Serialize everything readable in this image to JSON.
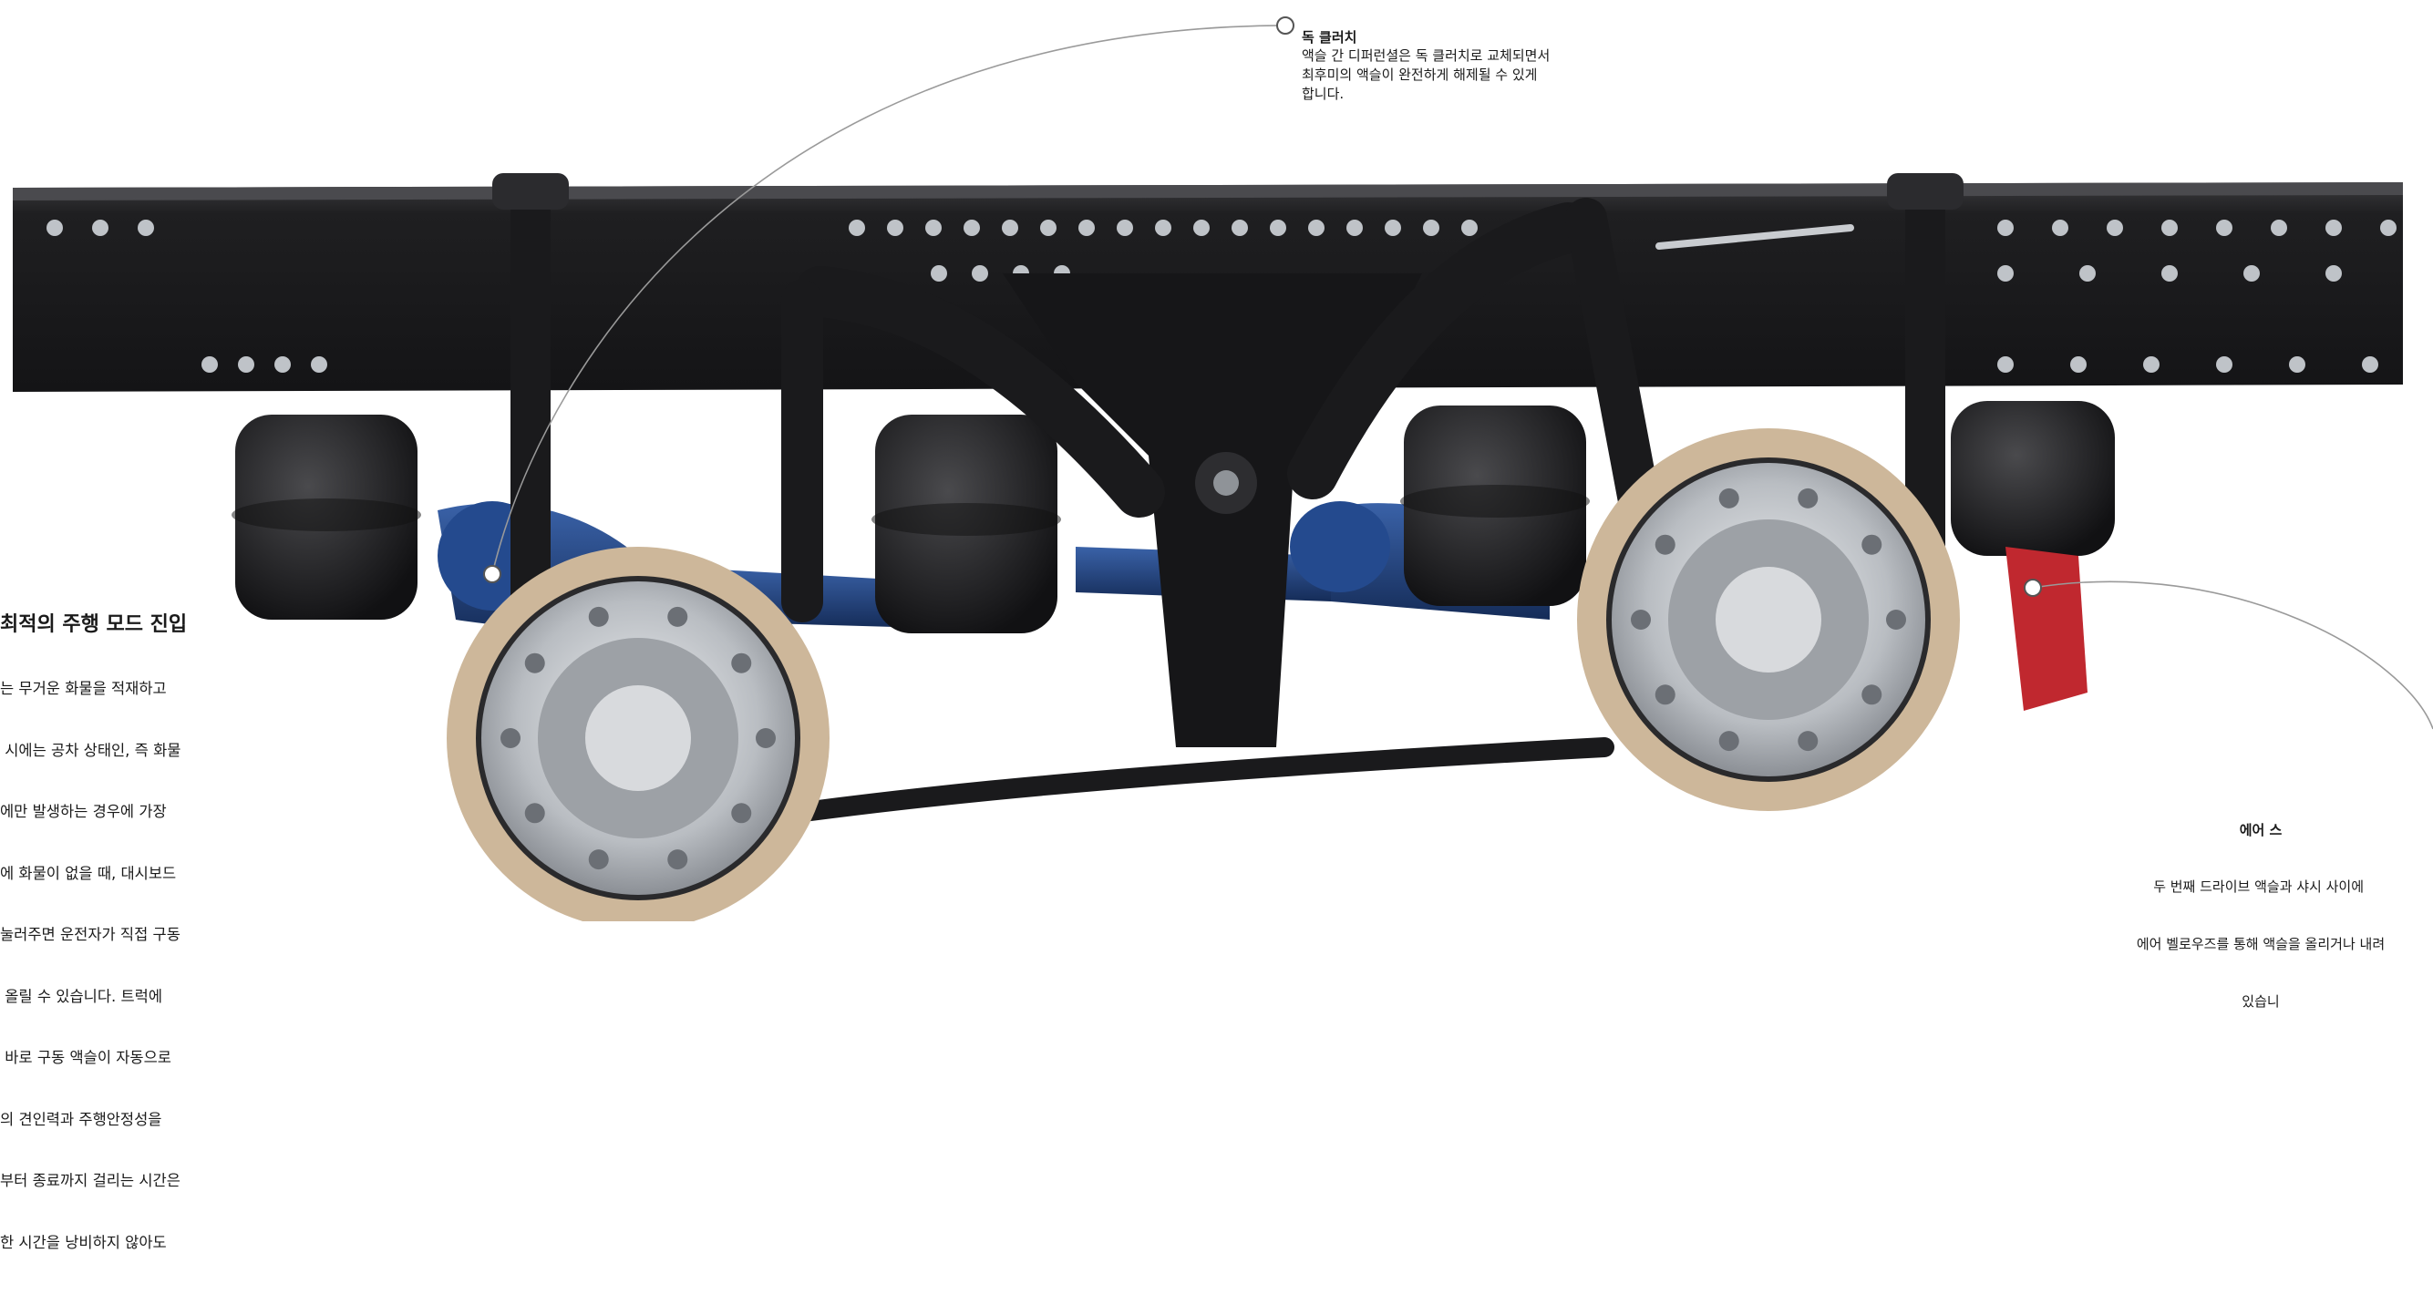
{
  "callouts": {
    "dog_clutch": {
      "title": "독 클러치",
      "lines": [
        "액슬 간 디퍼런셜은 독 클러치로 교체되면서",
        "최후미의 액슬이 완전하게 해제될 수 있게",
        "합니다."
      ]
    },
    "drive_mode": {
      "title": "최적의 주행 모드 진입",
      "lines": [
        "는 무거운 화물을 적재하고",
        " 시에는 공차 상태인, 즉 화물",
        "에만 발생하는 경우에 가장",
        "에 화물이 없을 때, 대시보드",
        "눌러주면 운전자가 직접 구동",
        " 올릴 수 있습니다. 트럭에",
        " 바로 구동 액슬이 자동으로",
        "의 견인력과 주행안정성을",
        "부터 종료까지 걸리는 시간은",
        "한 시간을 낭비하지 않아도"
      ]
    },
    "air_suspension": {
      "title": "에어 스",
      "lines": [
        "두 번째 드라이브 액슬과 샤시 사이에 ",
        "에어 벨로우즈를 통해 액슬을 올리거나 내려",
        "있습니"
      ]
    }
  },
  "colors": {
    "frame": "#1c1c1e",
    "axle_blue": "#1f3f7a",
    "brake_lining": "#cdb79a",
    "hub_silver": "#c9ccd0",
    "accent_red": "#c0282f",
    "leader_line": "#9a9a9a"
  },
  "icons": [
    "callout-marker-icon"
  ]
}
